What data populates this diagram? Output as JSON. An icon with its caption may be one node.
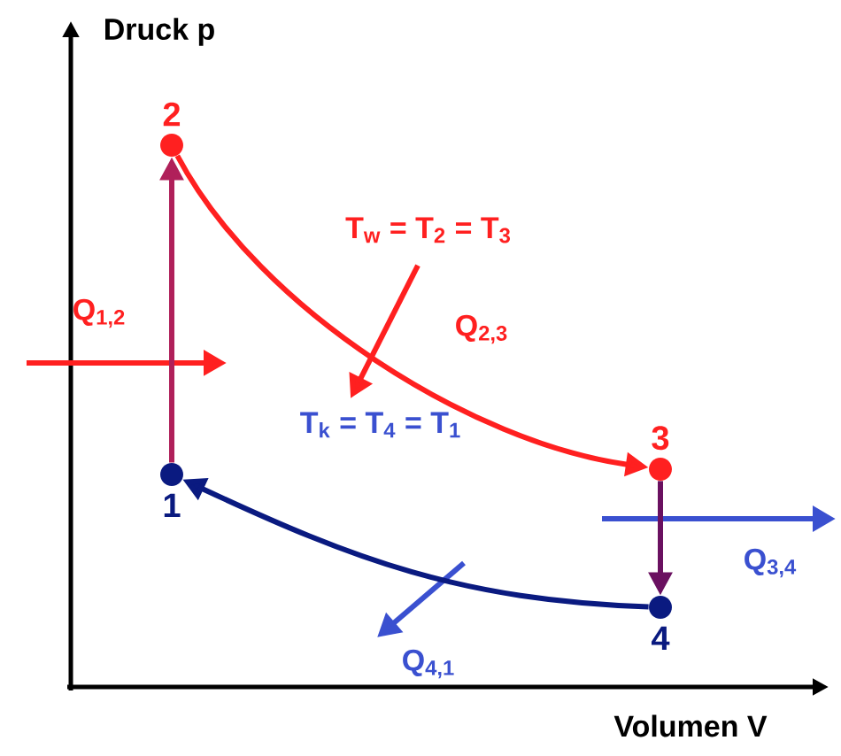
{
  "diagram": {
    "nodes": [
      {
        "text": [
          "1"
        ]
      },
      {
        "text": [
          "2"
        ]
      },
      {
        "text": [
          "3"
        ]
      },
      {
        "text": [
          "4"
        ]
      }
    ],
    "edges": [
      {
        "from": 0,
        "to": 1,
        "arrow": "to",
        "color": "#b0205a"
      },
      {
        "from": 1,
        "to": 2,
        "arrow": "to",
        "color": "#ff2020"
      },
      {
        "from": 2,
        "to": 3,
        "arrow": "to",
        "color": "#6a1060"
      },
      {
        "from": 3,
        "to": 0,
        "arrow": "to",
        "color": "#0a1a80"
      }
    ],
    "labels": [
      "Druck p",
      "Volumen V",
      "T$_{w}$ = T$_{2}$ = T$_{3}$",
      "Q$_{1,2}$",
      "Q$_{2,3}$",
      "T$_{k}$ = T$_{4}$ = T$_{1}$",
      "Q$_{3,4}$",
      "Q$_{4,1}$"
    ]
  }
}
